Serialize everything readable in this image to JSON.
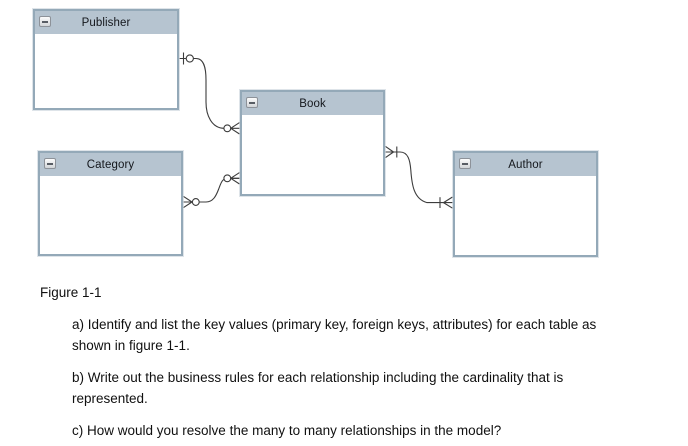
{
  "figure": {
    "caption": "Figure 1-1",
    "entities": [
      {
        "title": "Publisher",
        "collapse_icon": "minus"
      },
      {
        "title": "Book",
        "collapse_icon": "minus"
      },
      {
        "title": "Category",
        "collapse_icon": "minus"
      },
      {
        "title": "Author",
        "collapse_icon": "minus"
      }
    ],
    "relationships": [
      {
        "from": "Publisher",
        "to": "Book",
        "from_cardinality": "zero-or-one",
        "to_cardinality": "zero-or-many"
      },
      {
        "from": "Category",
        "to": "Book",
        "from_cardinality": "zero-or-many",
        "to_cardinality": "zero-or-many"
      },
      {
        "from": "Book",
        "to": "Author",
        "from_cardinality": "one-or-many",
        "to_cardinality": "one-or-many"
      }
    ],
    "colors": {
      "header_bg": "#b6c4d0",
      "table_border": "#94a9b8",
      "connector_line": "#3c3c3c"
    }
  },
  "questions": {
    "a": "a) Identify and list the key values (primary key, foreign keys, attributes) for each table as\nshown in figure 1-1.",
    "b": "b) Write out the business rules for each relationship including the cardinality that is\nrepresented.",
    "c": "c) How would you resolve the many to many relationships in the model?"
  }
}
